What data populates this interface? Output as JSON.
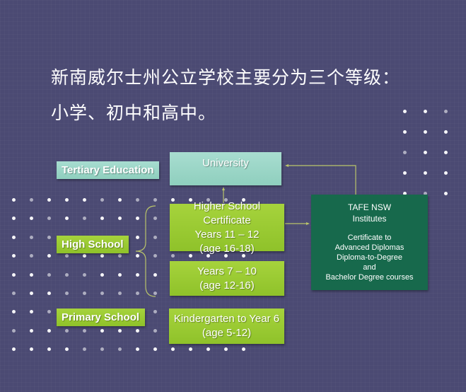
{
  "title": {
    "line1": "新南威尔士州公立学校主要分为三个等级：",
    "line2": "小学、初中和高中。"
  },
  "labels": {
    "tertiary": "Tertiary Education",
    "high": "High School",
    "primary": "Primary School"
  },
  "boxes": {
    "university": "University",
    "hsc": [
      "Higher School Certificate",
      "Years 11 – 12",
      "(age 16-18)"
    ],
    "years7_10": [
      "Years 7 – 10",
      "(age 12-16)"
    ],
    "kinder": [
      "Kindergarten to Year 6",
      "(age 5-12)"
    ]
  },
  "tafe": {
    "heading": [
      "TAFE NSW",
      "Institutes"
    ],
    "body": [
      "Certificate to",
      "Advanced Diplomas",
      "Diploma-to-Degree",
      "and",
      "Bachelor Degree courses"
    ]
  },
  "colors": {
    "background": "#4b4a73",
    "teal": "#9dd6c8",
    "green": "#9acb33",
    "tafe": "#17694c",
    "connector": "#b9c46a"
  }
}
